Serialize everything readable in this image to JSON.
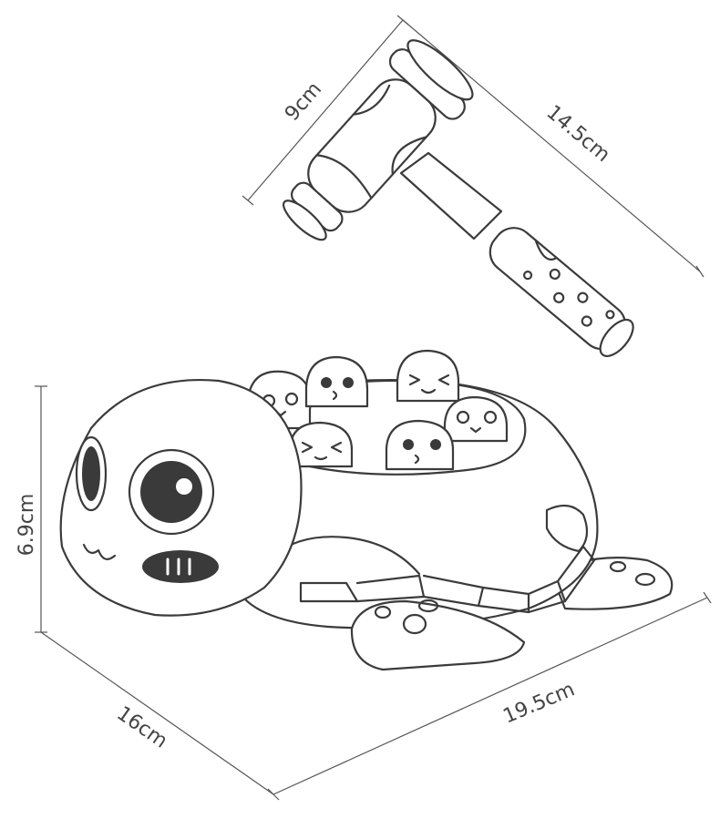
{
  "dimensions": {
    "hammer_head": "9cm",
    "hammer_length": "14.5cm",
    "height": "6.9cm",
    "depth": "16cm",
    "width": "19.5cm"
  },
  "colors": {
    "line": "#3b3b3b",
    "fill_dark": "#3a3a3a",
    "background": "#ffffff"
  }
}
